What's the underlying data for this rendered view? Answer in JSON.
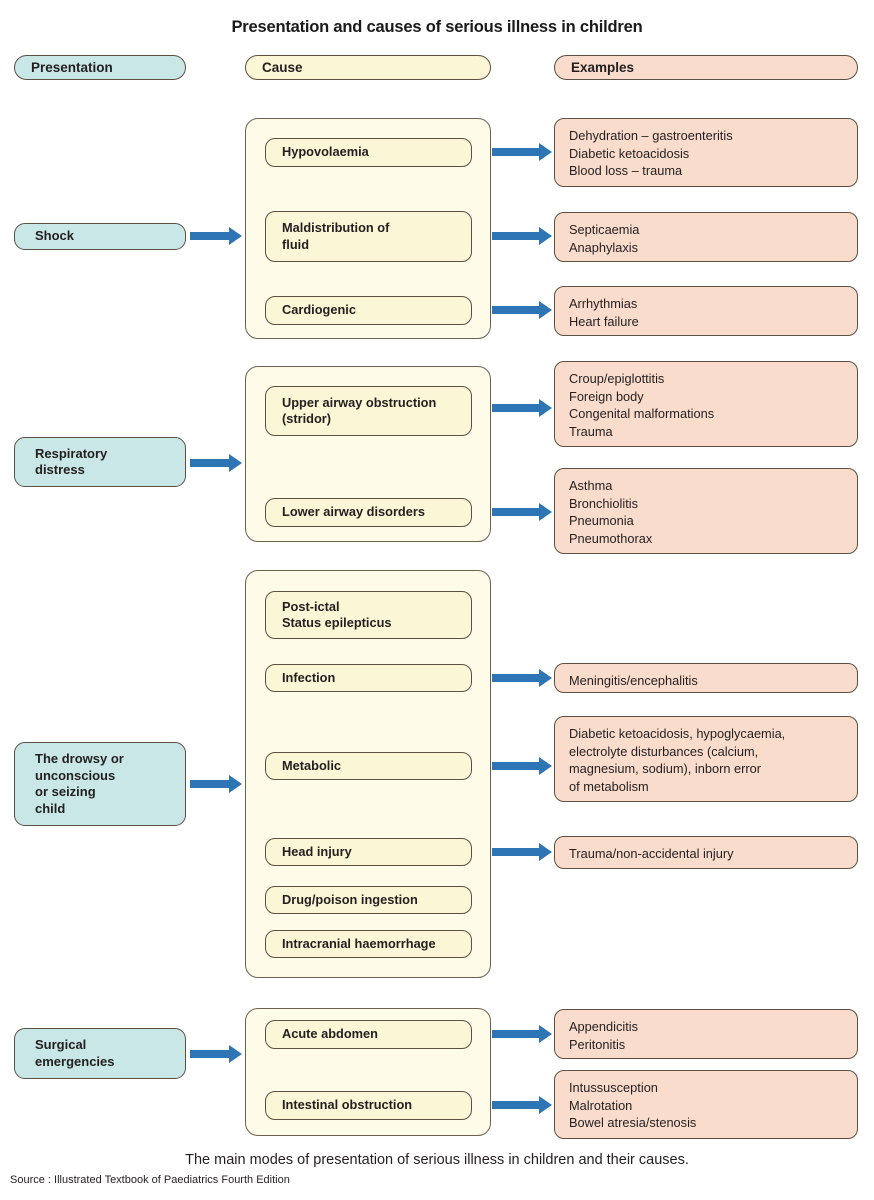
{
  "title": "Presentation and causes of serious illness in children",
  "headers": {
    "presentation": "Presentation",
    "cause": "Cause",
    "examples": "Examples"
  },
  "colors": {
    "presentation_fill": "#c9e7e6",
    "cause_panel_fill": "#fefce8",
    "cause_chip_fill": "#fbf6d5",
    "examples_fill": "#f9dccc",
    "arrow": "#2e75b6",
    "border": "#5c5043",
    "text": "#231f20",
    "background": "#ffffff"
  },
  "sections": [
    {
      "presentation": "Shock",
      "causes": [
        {
          "label": "Hypovolaemia",
          "examples": "Dehydration – gastroenteritis\nDiabetic ketoacidosis\nBlood loss – trauma"
        },
        {
          "label": "Maldistribution of\nfluid",
          "examples": "Septicaemia\nAnaphylaxis"
        },
        {
          "label": "Cardiogenic",
          "examples": "Arrhythmias\nHeart failure"
        }
      ]
    },
    {
      "presentation": "Respiratory\ndistress",
      "causes": [
        {
          "label": "Upper airway obstruction\n(stridor)",
          "examples": "Croup/epiglottitis\nForeign body\nCongenital malformations\nTrauma"
        },
        {
          "label": "Lower airway disorders",
          "examples": "Asthma\nBronchiolitis\nPneumonia\nPneumothorax"
        }
      ]
    },
    {
      "presentation": "The drowsy or\nunconscious\nor seizing\nchild",
      "causes": [
        {
          "label": "Post-ictal\nStatus epilepticus",
          "examples": ""
        },
        {
          "label": "Infection",
          "examples": "Meningitis/encephalitis"
        },
        {
          "label": "Metabolic",
          "examples": "Diabetic ketoacidosis, hypoglycaemia,\nelectrolyte disturbances (calcium,\nmagnesium, sodium), inborn error\nof metabolism"
        },
        {
          "label": "Head injury",
          "examples": "Trauma/non-accidental injury"
        },
        {
          "label": "Drug/poison ingestion",
          "examples": ""
        },
        {
          "label": "Intracranial haemorrhage",
          "examples": ""
        }
      ]
    },
    {
      "presentation": "Surgical\nemergencies",
      "causes": [
        {
          "label": "Acute abdomen",
          "examples": "Appendicitis\nPeritonitis"
        },
        {
          "label": "Intestinal obstruction",
          "examples": "Intussusception\nMalrotation\nBowel atresia/stenosis"
        }
      ]
    }
  ],
  "caption": "The main modes of presentation of serious illness in children and their causes.",
  "source": "Source : Illustrated Textbook of Paediatrics Fourth Edition"
}
